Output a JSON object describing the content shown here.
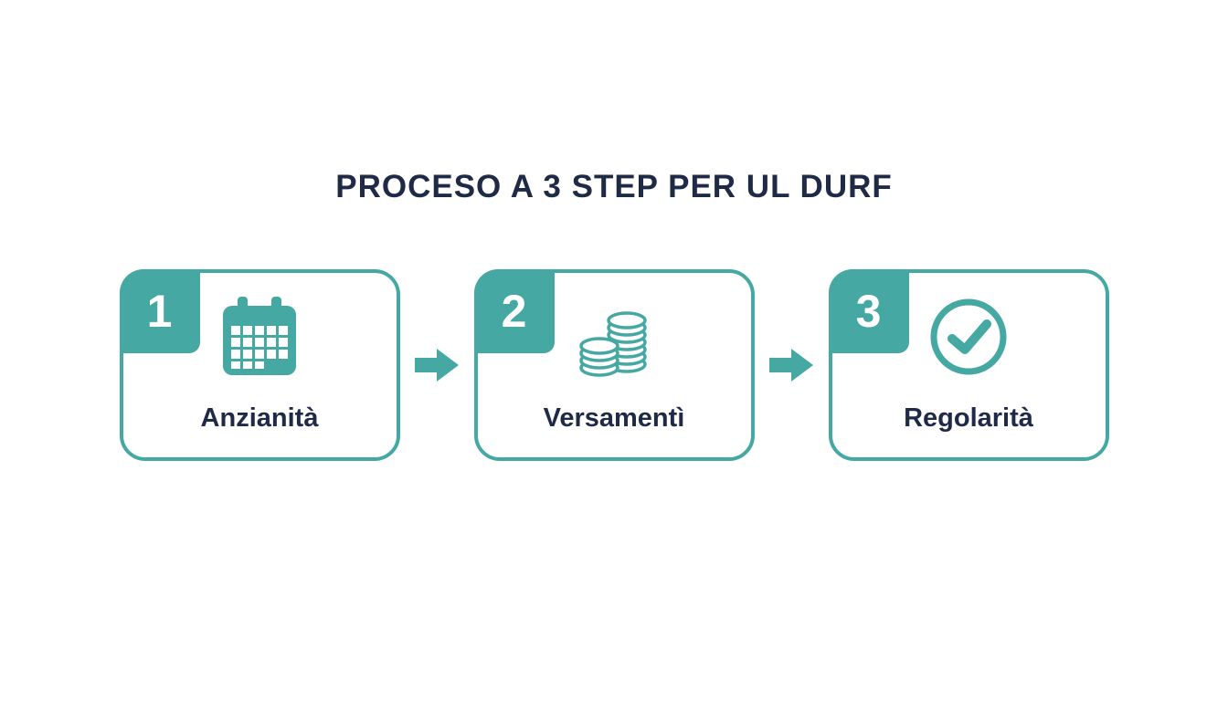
{
  "title": "PROCESO A 3 STEP PER UL DURF",
  "colors": {
    "teal": "#45A8A3",
    "navy": "#1F2A46",
    "background": "#FFFFFF"
  },
  "steps": [
    {
      "number": "1",
      "label": "Anzianità",
      "icon": "calendar-icon"
    },
    {
      "number": "2",
      "label": "Versamentì",
      "icon": "coins-icon"
    },
    {
      "number": "3",
      "label": "Regolarità",
      "icon": "check-circle-icon"
    }
  ],
  "arrow_icon": "arrow-right-icon"
}
